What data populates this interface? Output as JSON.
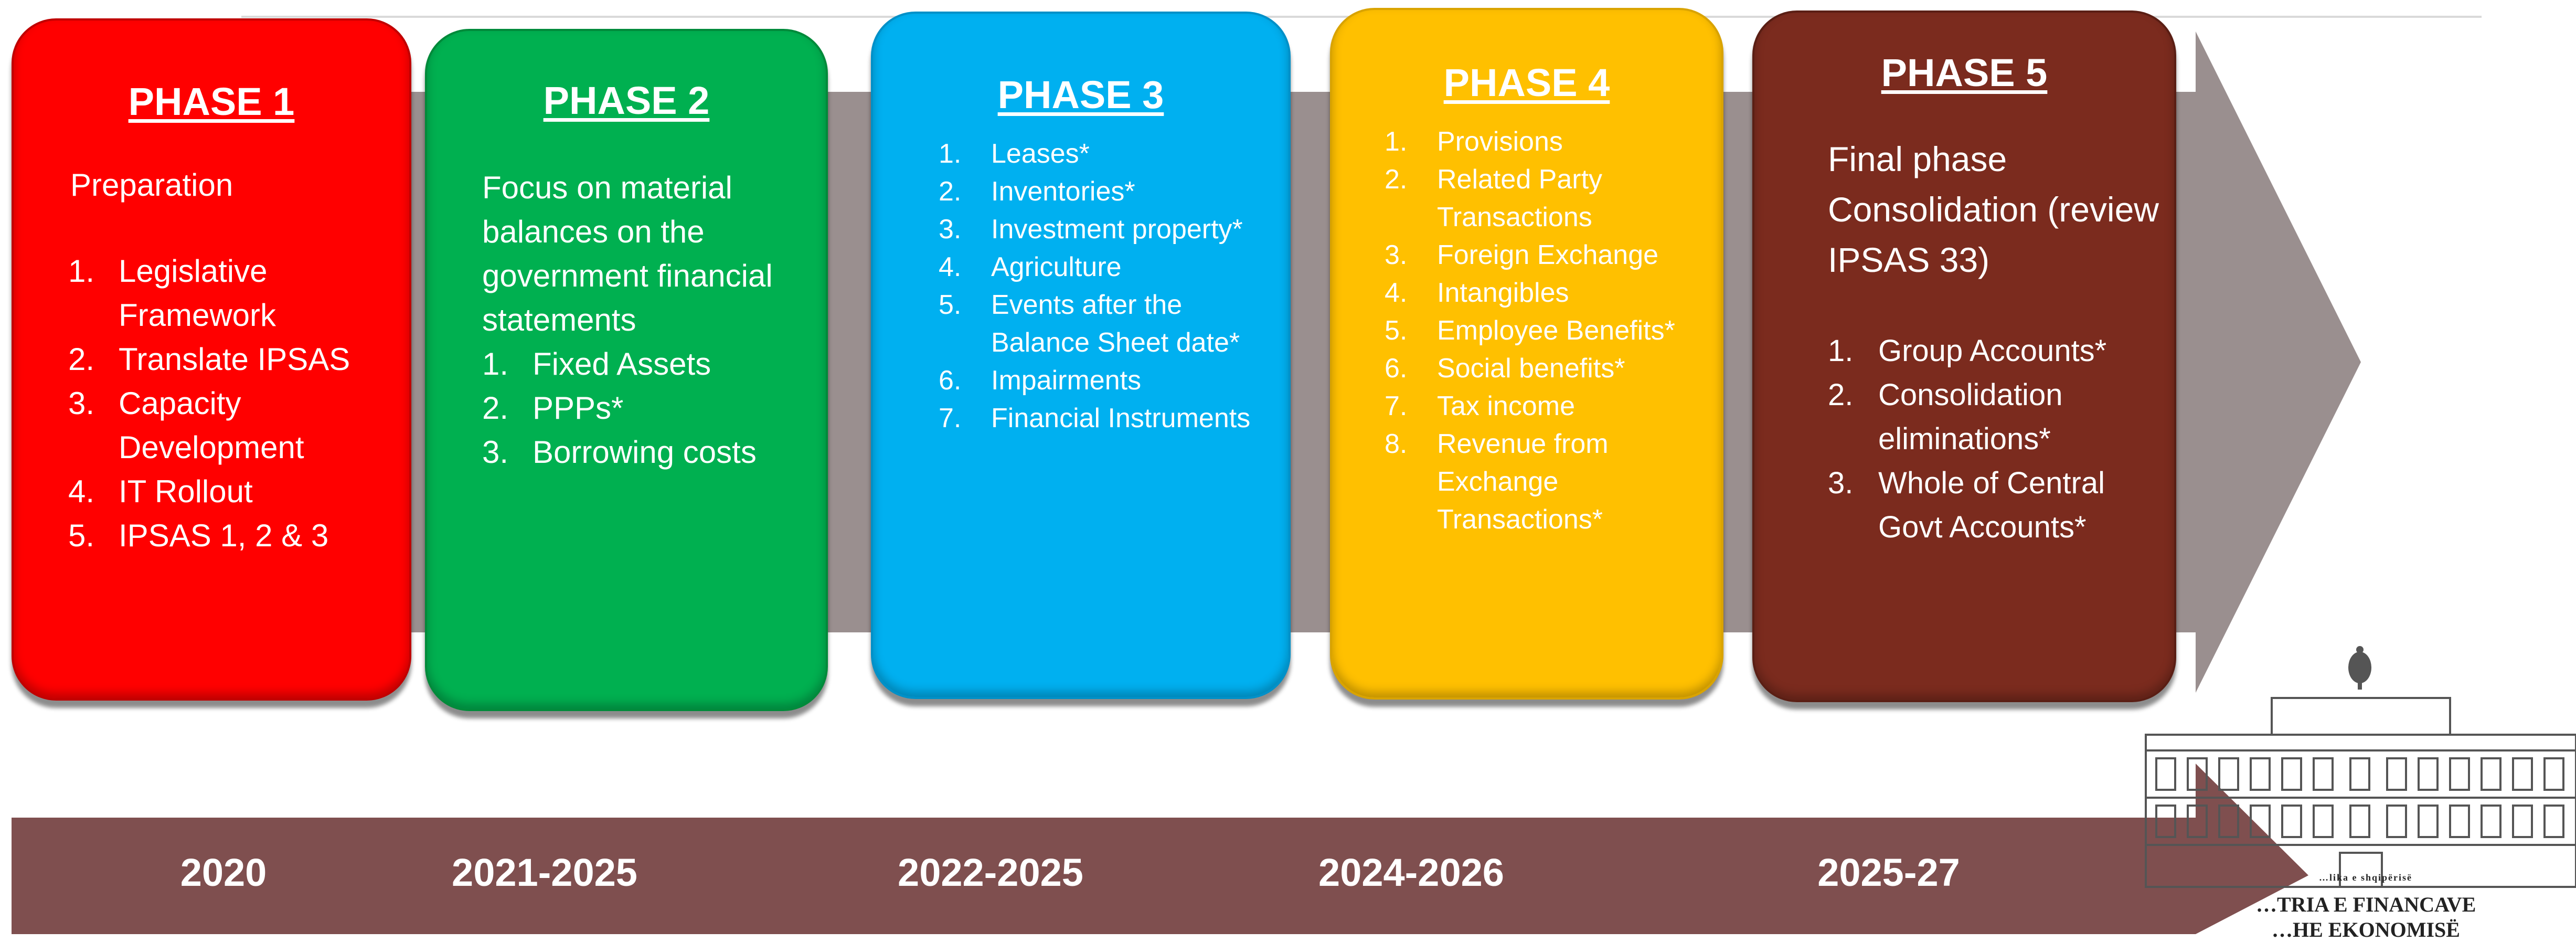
{
  "phases": [
    {
      "title": "PHASE 1",
      "intro": "Preparation",
      "items": [
        "Legislative Framework",
        "Translate IPSAS",
        "Capacity Development",
        "IT Rollout",
        "IPSAS 1, 2 & 3"
      ],
      "color": "#ff0000"
    },
    {
      "title": "PHASE 2",
      "intro": "Focus on material balances on the government financial statements",
      "items": [
        "Fixed Assets",
        "PPPs*",
        "Borrowing costs"
      ],
      "color": "#00b050"
    },
    {
      "title": "PHASE 3",
      "intro": "",
      "items": [
        "Leases*",
        "Inventories*",
        "Investment property*",
        "Agriculture",
        "Events after the Balance Sheet date*",
        "Impairments",
        "Financial Instruments"
      ],
      "color": "#00b0f0"
    },
    {
      "title": "PHASE 4",
      "intro": "",
      "items": [
        "Provisions",
        "Related Party Transactions",
        "Foreign Exchange",
        "Intangibles",
        "Employee Benefits*",
        "Social benefits*",
        "Tax income",
        "Revenue from Exchange Transactions*"
      ],
      "color": "#ffc000"
    },
    {
      "title": "PHASE 5",
      "intro": "Final phase Consolidation (review IPSAS 33)",
      "items": [
        "Group Accounts*",
        "Consolidation eliminations*",
        "Whole of Central Govt Accounts*"
      ],
      "color": "#7b2b1e"
    }
  ],
  "timeline": {
    "years": [
      "2020",
      "2021-2025",
      "2022-2025",
      "2024-2026",
      "2025-27"
    ],
    "arrow_color": "#7f4f4f"
  },
  "ministry_logo": {
    "line1": "…lika e shqipërisë",
    "line2": "…TRIA E FINANCAVE",
    "line3": "…HE EKONOMISË"
  },
  "colors": {
    "process_arrow": "#9a8f8f"
  }
}
